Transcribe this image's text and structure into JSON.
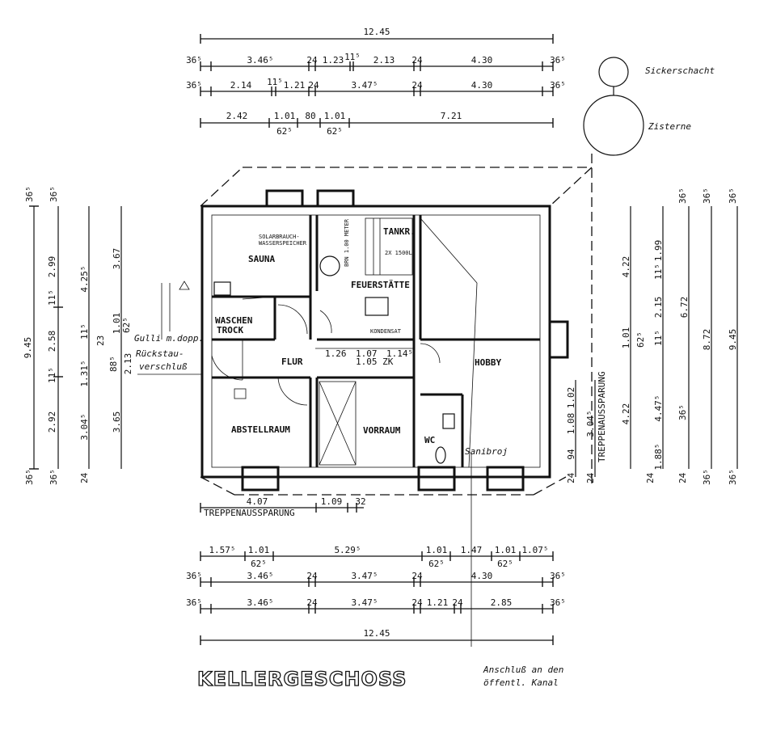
{
  "plan": {
    "title": "KELLERGESCHOSS",
    "rooms": {
      "sauna": "SAUNA",
      "solar": "SOLARBRAUCH-",
      "solar2": "WASSERSPEICHER",
      "brennmeter": "BRN 1.00 METER",
      "tank": "TANKR.",
      "tank_cap": "2X 1500L",
      "feuerstaette": "FEUERSTÄTTE",
      "kondensat": "KONDENSAT",
      "waschen1": "WASCHEN",
      "waschen2": "TROCK",
      "flur": "FLUR",
      "hobby": "HOBBY",
      "abstell": "ABSTELLRAUM",
      "vorraum": "VORRAUM",
      "wc": "WC",
      "sanibroj": "Sanibroj"
    },
    "notes": {
      "sickerschacht": "Sickerschacht",
      "zisterne": "Zisterne",
      "gulli": "Gulli m.dopp.",
      "rueckstau1": "Rückstau-",
      "rueckstau2": "verschluß",
      "anschluss1": "Anschluß an den",
      "anschluss2": "öffentl. Kanal",
      "treppe": "TREPPENAUSSPARUNG"
    },
    "dims_top": {
      "r1": [
        "12.45"
      ],
      "r2": [
        "36⁵",
        "3.46⁵",
        "24",
        "1.23",
        "11⁵",
        "2.13",
        "24",
        "4.30",
        "36⁵"
      ],
      "r3": [
        "36⁵",
        "2.14",
        "11⁵",
        "1.21",
        "24",
        "3.47⁵",
        "24",
        "4.30",
        "36⁵"
      ],
      "r4": [
        "2.42",
        "1.01",
        "62⁵",
        "80",
        "1.01",
        "62⁵",
        "7.21"
      ]
    },
    "dims_bottom": {
      "r1": [
        "1.57⁵",
        "1.01",
        "62⁵",
        "5.29⁵",
        "1.01",
        "62⁵",
        "1.47",
        "1.01",
        "62⁵",
        "1.07⁵"
      ],
      "r2": [
        "36⁵",
        "3.46⁵",
        "24",
        "3.47⁵",
        "24",
        "4.30",
        "36⁵"
      ],
      "r3": [
        "36⁵",
        "3.46⁵",
        "24",
        "3.47⁵",
        "24",
        "1.21",
        "24",
        "2.85",
        "36⁵"
      ],
      "r4": [
        "12.45"
      ],
      "inner": [
        "4.07",
        "1.09",
        "32"
      ],
      "inner2": [
        "1.26",
        "1.07",
        "1.14⁵",
        "1.05 ZK"
      ]
    },
    "dims_left": {
      "c1": [
        "36⁵",
        "9.45",
        "36⁵"
      ],
      "c2": [
        "36⁵",
        "2.99",
        "11⁵",
        "2.58",
        "11⁵",
        "2.92",
        "36⁵"
      ],
      "c3": [
        "4.25⁵",
        "11⁵",
        "1.31⁵",
        "3.04⁵",
        "24"
      ],
      "c4": [
        "3.67",
        "1.01",
        "62⁵",
        "23",
        "88⁵",
        "2.13",
        "3.65"
      ]
    },
    "dims_right": {
      "c1": [
        "4.22",
        "1.01",
        "62⁵",
        "4.22",
        "24"
      ],
      "c2": [
        "1.99",
        "11⁵",
        "2.15",
        "11⁵",
        "4.47⁵",
        "1.88⁵",
        "24"
      ],
      "c3": [
        "36⁵",
        "6.72",
        "36⁵"
      ],
      "c4": [
        "36⁵",
        "8.72",
        "36⁵"
      ],
      "c5": [
        "36⁵",
        "9.45",
        "36⁵"
      ],
      "stair": [
        "1.02",
        "1.08",
        "3.04⁵",
        "94",
        "24",
        "24"
      ]
    }
  }
}
